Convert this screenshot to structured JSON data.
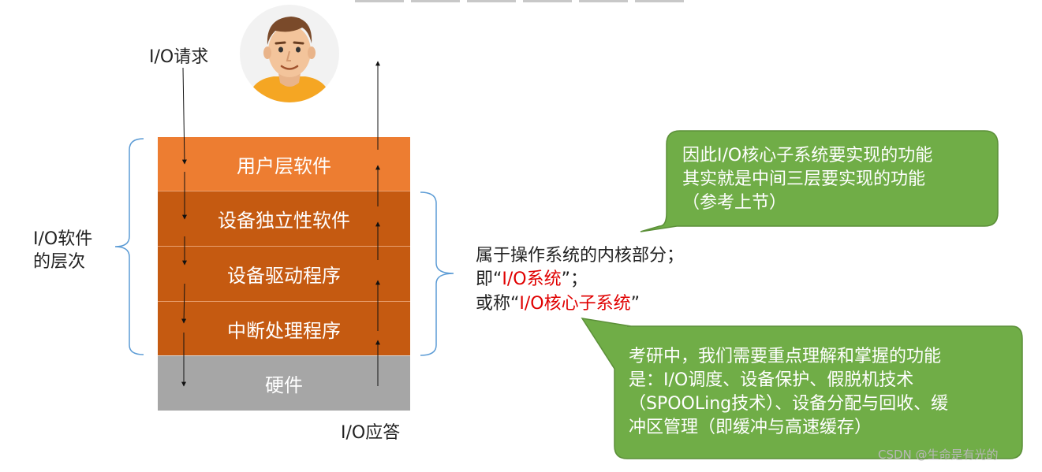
{
  "io_request": "I/O请求",
  "io_response": "I/O应答",
  "software_layers_label": [
    "I/O软件",
    "的层次"
  ],
  "layers": [
    "用户层软件",
    "设备独立性软件",
    "设备驱动程序",
    "中断处理程序",
    "硬件"
  ],
  "kernel_note": {
    "line1": "属于操作系统的内核部分；",
    "line2_prefix": "即“",
    "line2_red": "I/O系统",
    "line2_suffix": "”；",
    "line3_prefix": "或称“",
    "line3_red": "I/O核心子系统",
    "line3_suffix": "”"
  },
  "bubble_top": [
    "因此I/O核心子系统要实现的功能",
    "其实就是中间三层要实现的功能",
    "（参考上节）"
  ],
  "bubble_bottom": [
    "考研中，我们需要重点理解和掌握的功能",
    "是：I/O调度、设备保护、假脱机技术",
    "（SPOOLing技术）、设备分配与回收、缓",
    "冲区管理（即缓冲与高速缓存）"
  ],
  "watermark": "CSDN @生命是有光的",
  "colors": {
    "user_layer": "#ed7d31",
    "middle_layers": "#c55a11",
    "hardware": "#a6a6a6",
    "bubble": "#70ad47",
    "bracket": "#5b9bd5",
    "highlight": "#e00000"
  }
}
